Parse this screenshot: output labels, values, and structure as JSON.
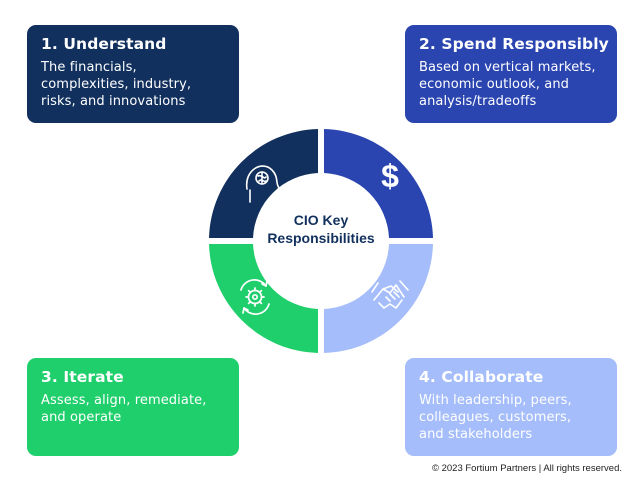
{
  "colors": {
    "understand": "#12305e",
    "spend": "#2a44b0",
    "iterate": "#1fcf6c",
    "collaborate": "#a5bdfa",
    "center_text": "#12305e"
  },
  "center": {
    "line1": "CIO Key",
    "line2": "Responsibilities"
  },
  "cards": [
    {
      "title": "1. Understand",
      "lines": [
        "The financials,",
        "complexities, industry,",
        "risks, and innovations"
      ],
      "icon": "brain-head-icon"
    },
    {
      "title": "2. Spend Responsibly",
      "lines": [
        "Based on vertical markets,",
        "economic outlook, and",
        "analysis/tradeoffs"
      ],
      "icon": "dollar-sign-icon"
    },
    {
      "title": "3. Iterate",
      "lines": [
        "Assess, align, remediate,",
        "and operate"
      ],
      "icon": "gear-cycle-icon"
    },
    {
      "title": "4. Collaborate",
      "lines": [
        "With leadership, peers,",
        "colleagues, customers,",
        "and stakeholders"
      ],
      "icon": "handshake-icon"
    }
  ],
  "footer": {
    "copyright": "© 2023 Fortium Partners | All rights reserved."
  }
}
